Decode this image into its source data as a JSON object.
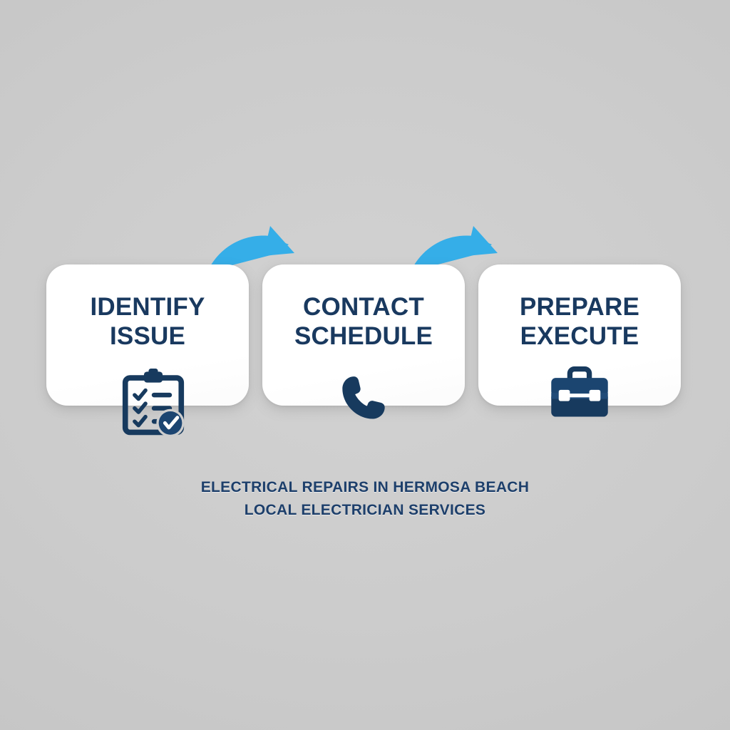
{
  "background_color": "#cccccc",
  "palette": {
    "navy": "#19395f",
    "navy_dark": "#173a5e",
    "arrow_blue": "#35aee8",
    "card_white": "#ffffff",
    "caption_navy": "#1d3f6b"
  },
  "steps": [
    {
      "line1": "IDENTIFY",
      "line2": "ISSUE",
      "icon": "clipboard-checklist-icon"
    },
    {
      "line1": "CONTACT",
      "line2": "SCHEDULE",
      "icon": "phone-handset-icon"
    },
    {
      "line1": "PREPARE",
      "line2": "EXECUTE",
      "icon": "toolbox-icon"
    }
  ],
  "connectors": [
    {
      "icon": "curved-arrow-right-icon",
      "from": "IDENTIFY ISSUE",
      "to": "CONTACT SCHEDULE"
    },
    {
      "icon": "curved-arrow-right-icon",
      "from": "CONTACT SCHEDULE",
      "to": "PREPARE EXECUTE"
    }
  ],
  "caption": {
    "line1": "ELECTRICAL REPAIRS IN HERMOSA BEACH",
    "line2": "LOCAL ELECTRICIAN SERVICES"
  }
}
